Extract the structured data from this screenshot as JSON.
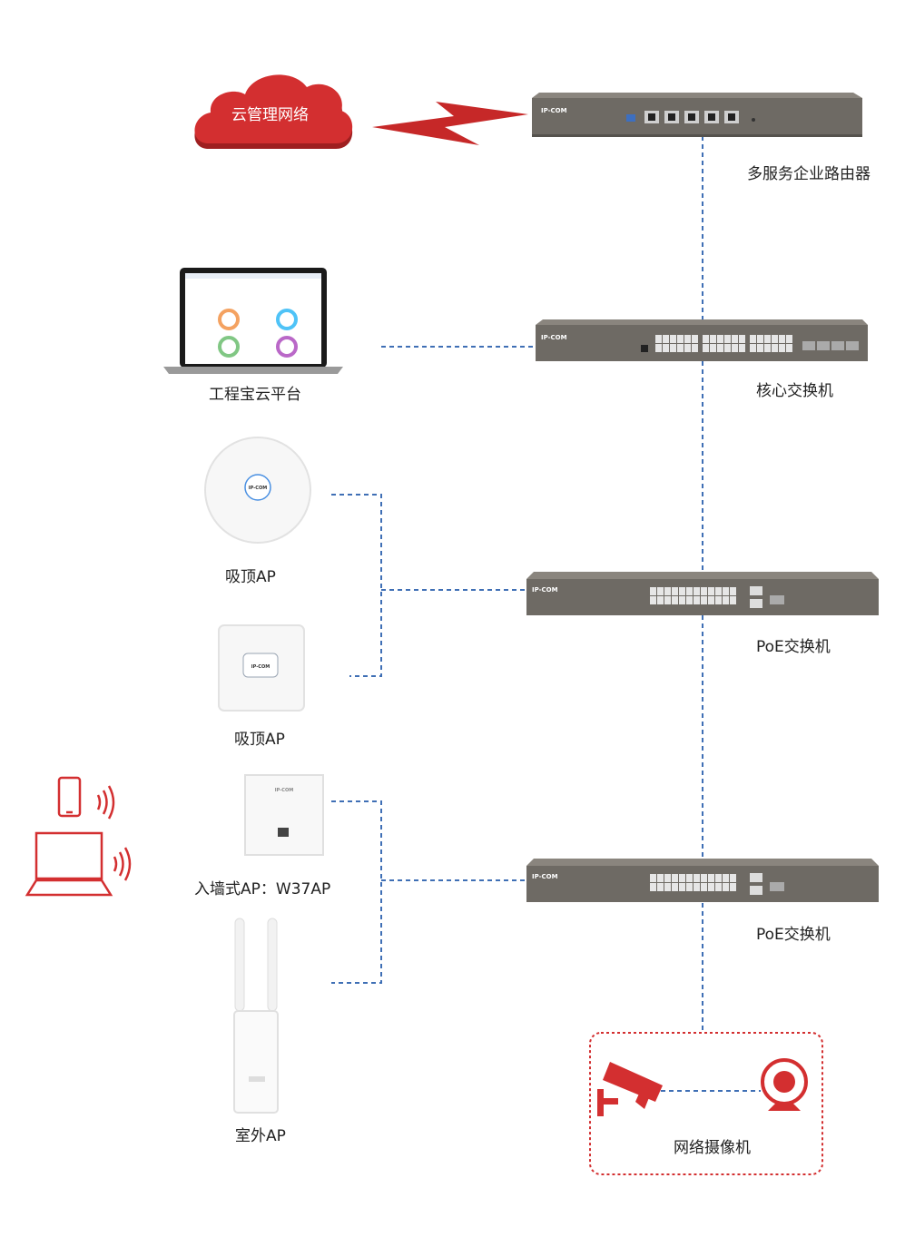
{
  "cloud": {
    "label": "云管理网络",
    "color": "#d32f30"
  },
  "devices": {
    "router": {
      "label": "多服务企业路由器",
      "brand": "IP-COM"
    },
    "core_switch": {
      "label": "核心交换机",
      "brand": "IP-COM"
    },
    "poe_switch_1": {
      "label": "PoE交换机",
      "brand": "IP-COM"
    },
    "poe_switch_2": {
      "label": "PoE交换机",
      "brand": "IP-COM"
    },
    "cloud_platform": {
      "label": "工程宝云平台"
    },
    "ceiling_ap_1": {
      "label": "吸顶AP",
      "brand": "IP-COM"
    },
    "ceiling_ap_2": {
      "label": "吸顶AP",
      "brand": "IP-COM"
    },
    "wall_ap": {
      "label": "入墙式AP：W37AP",
      "brand": "IP-COM"
    },
    "outdoor_ap": {
      "label": "室外AP"
    },
    "camera": {
      "label": "网络摄像机"
    }
  },
  "colors": {
    "link": "#3f6fb5",
    "accent_red": "#d32f30",
    "device_dark": "#6e6a64"
  },
  "icons": [
    "phone-icon",
    "laptop-icon",
    "wifi-icon",
    "camera-icon",
    "webcam-icon",
    "lightning-icon"
  ]
}
